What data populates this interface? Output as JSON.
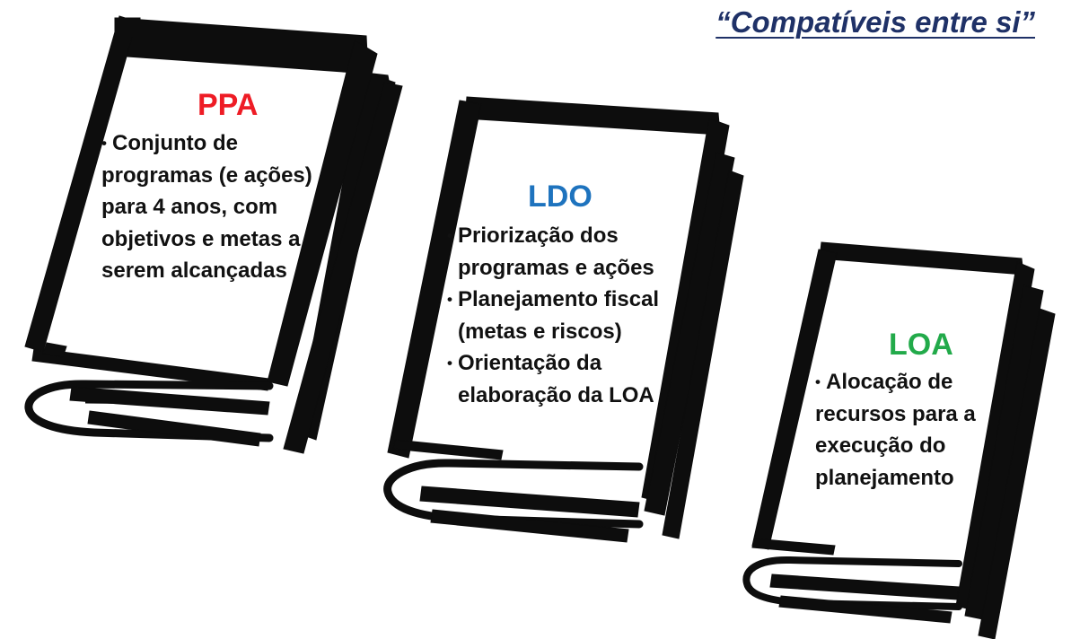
{
  "heading": "“Compatíveis entre si”",
  "colors": {
    "heading": "#1f3167",
    "ppa": "#ee1c25",
    "ldo": "#1e73be",
    "loa": "#22aa4a",
    "ink": "#111111"
  },
  "documents": [
    {
      "id": "ppa",
      "title": "PPA",
      "bullets": [
        [
          "Conjunto de",
          "programas (e ações)",
          "para 4 anos, com",
          "objetivos e metas a",
          "serem alcançadas"
        ]
      ]
    },
    {
      "id": "ldo",
      "title": "LDO",
      "bullets": [
        [
          "Priorização dos",
          "programas e ações"
        ],
        [
          "Planejamento fiscal",
          "(metas e riscos)"
        ],
        [
          "Orientação da",
          "elaboração da LOA"
        ]
      ]
    },
    {
      "id": "loa",
      "title": "LOA",
      "bullets": [
        [
          "Alocação de",
          "recursos para a",
          "execução do",
          "planejamento"
        ]
      ]
    }
  ]
}
